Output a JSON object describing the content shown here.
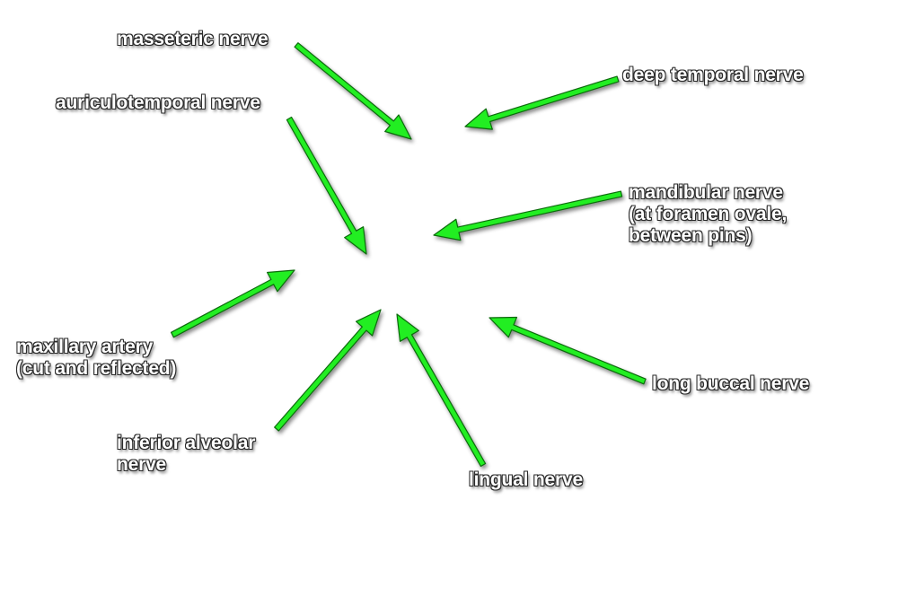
{
  "colors": {
    "background": "#ffffff",
    "arrow_fill": "#22ee22",
    "arrow_outline": "#0a6a0a",
    "label_text": "#ffffff",
    "label_outline": "#2a2a2a"
  },
  "labels": {
    "masseteric": [
      "masseteric nerve"
    ],
    "auriculotemporal": [
      "auriculotemporal nerve"
    ],
    "deep_temporal": [
      "deep temporal nerve"
    ],
    "mandibular": [
      "mandibular nerve",
      "(at foramen ovale,",
      "between pins)"
    ],
    "maxillary": [
      "maxillary artery",
      "(cut and reflected)"
    ],
    "long_buccal": [
      "long buccal nerve"
    ],
    "inferior_alveolar": [
      "inferior alveolar",
      "nerve"
    ],
    "lingual": [
      "lingual nerve"
    ]
  }
}
